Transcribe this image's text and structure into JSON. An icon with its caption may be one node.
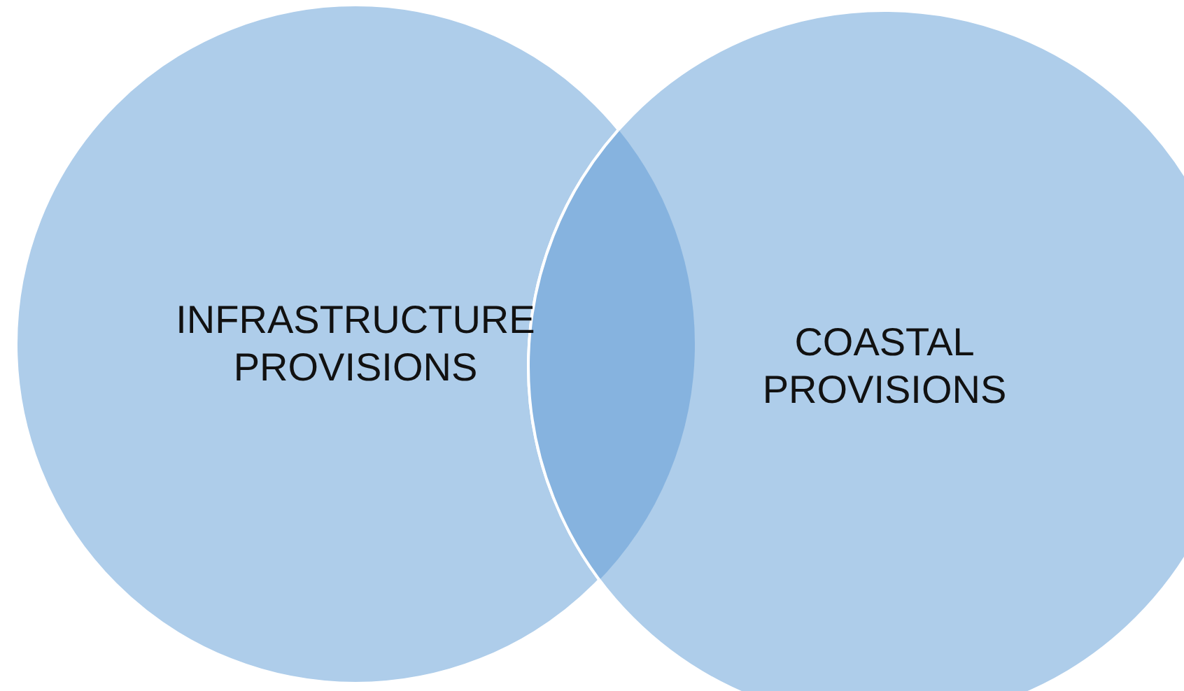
{
  "diagram": {
    "nodes": [
      {
        "text": [
          "INFRASTRUCTURE PROVISIONS"
        ]
      },
      {
        "text": [
          "COASTAL PROVISIONS"
        ]
      },
      {
        "text": [],
        "shape": "lens"
      }
    ]
  }
}
